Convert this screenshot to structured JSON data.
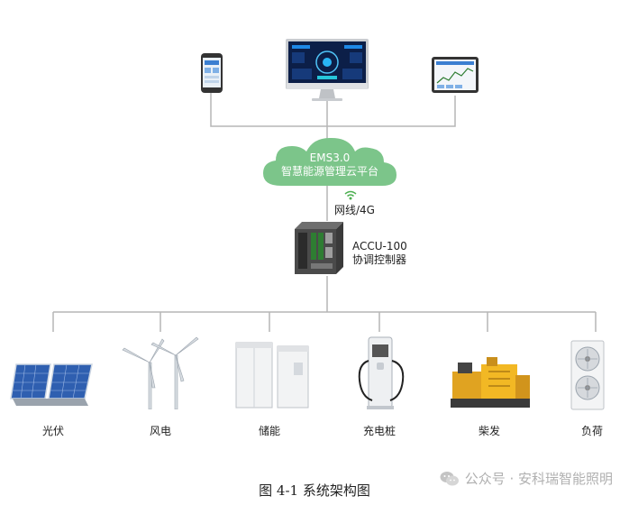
{
  "cloud": {
    "line1": "EMS3.0",
    "line2": "智慧能源管理云平台"
  },
  "link_label": "网线/4G",
  "controller": {
    "model": "ACCU-100",
    "name": "协调控制器"
  },
  "loads": [
    {
      "label": "光伏",
      "icon": "solar-panel-icon"
    },
    {
      "label": "风电",
      "icon": "wind-turbine-icon"
    },
    {
      "label": "储能",
      "icon": "battery-cabinet-icon"
    },
    {
      "label": "充电桩",
      "icon": "ev-charger-icon"
    },
    {
      "label": "柴发",
      "icon": "diesel-generator-icon"
    },
    {
      "label": "负荷",
      "icon": "hvac-unit-icon"
    }
  ],
  "caption": "图 4-1 系统架构图",
  "watermark": "公众号 · 安科瑞智能照明",
  "colors": {
    "cloud": "#7cc58a",
    "wire": "#b5b5b5"
  }
}
